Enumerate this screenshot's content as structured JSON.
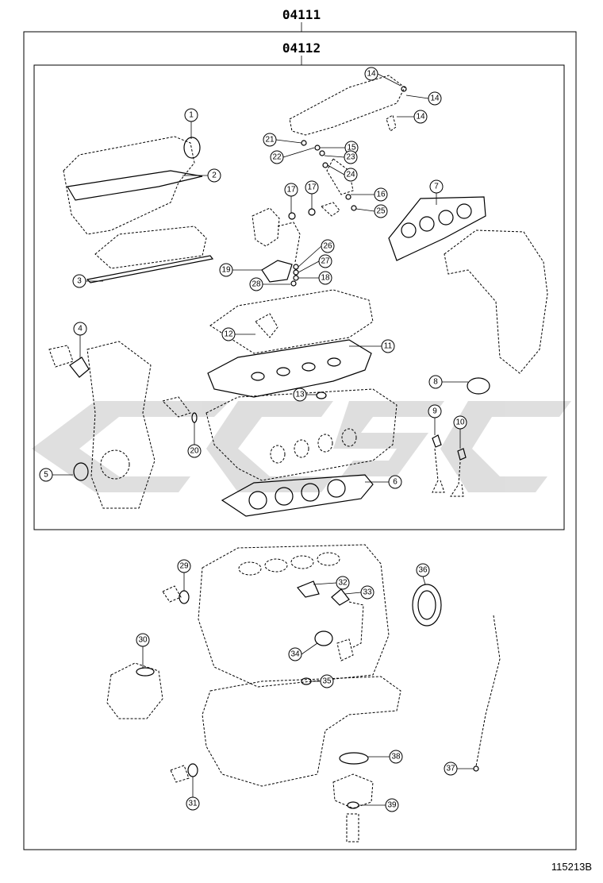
{
  "diagram": {
    "outer_group_code": "04111",
    "inner_group_code": "04112",
    "figure_number": "115213B",
    "callouts": [
      "1",
      "2",
      "3",
      "4",
      "5",
      "6",
      "7",
      "8",
      "9",
      "10",
      "11",
      "12",
      "13",
      "14",
      "14",
      "14",
      "15",
      "16",
      "17",
      "17",
      "18",
      "19",
      "20",
      "21",
      "22",
      "23",
      "24",
      "25",
      "26",
      "27",
      "28",
      "29",
      "30",
      "31",
      "32",
      "33",
      "34",
      "35",
      "36",
      "37",
      "38",
      "39"
    ],
    "watermark_color": "#d9d9d9"
  }
}
